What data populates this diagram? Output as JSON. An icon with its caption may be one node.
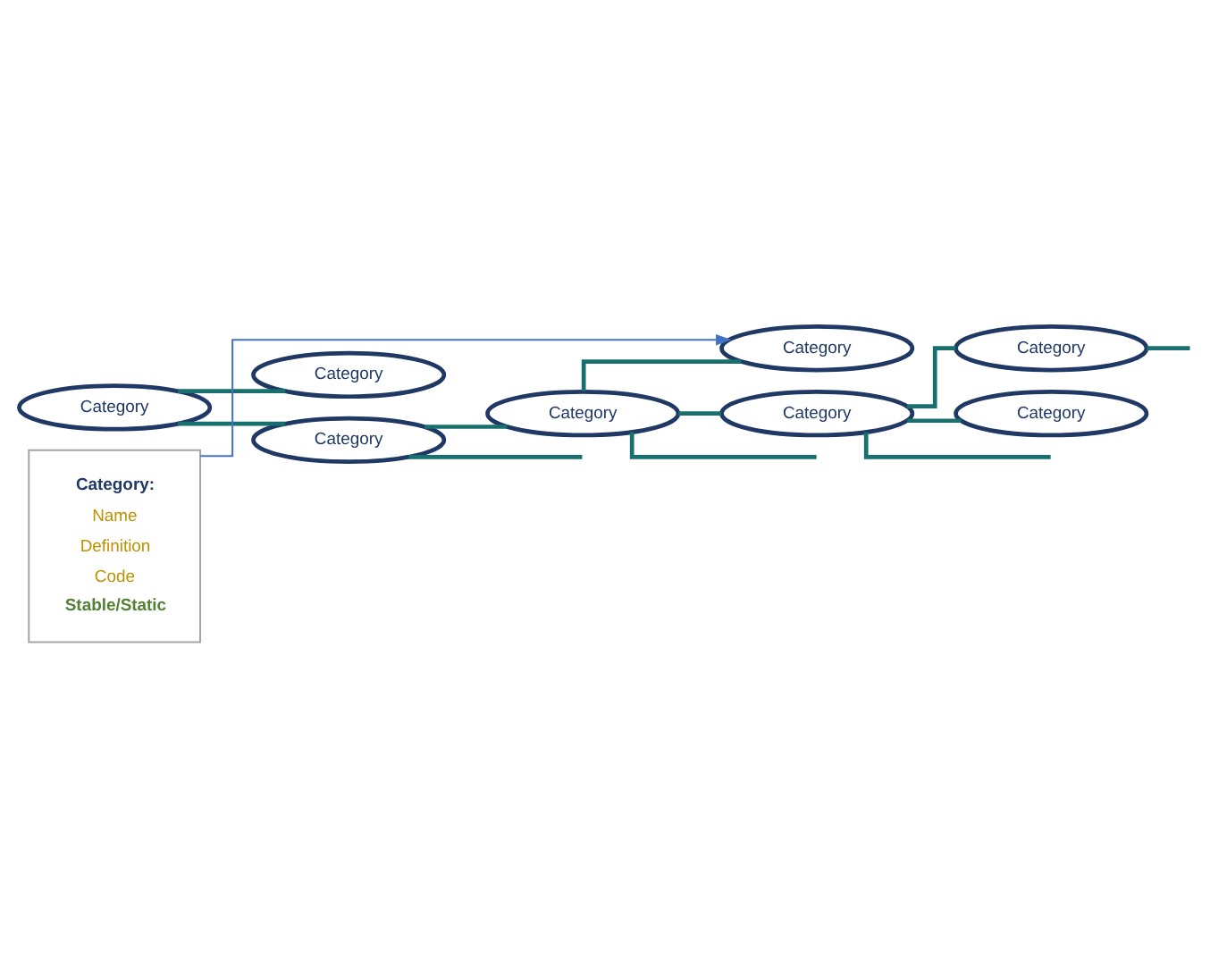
{
  "diagram": {
    "nodes": [
      {
        "text": [
          "Category"
        ]
      },
      {
        "text": [
          "Category"
        ]
      },
      {
        "text": [
          "Category"
        ]
      },
      {
        "text": [
          "Category"
        ]
      },
      {
        "text": [
          "Category"
        ]
      },
      {
        "text": [
          "Category"
        ]
      },
      {
        "text": [
          "Category"
        ]
      },
      {
        "text": [
          "Category"
        ]
      },
      {
        "text": [
          "Category:",
          "Name",
          "Definition",
          "Code",
          "Stable/Static"
        ]
      }
    ],
    "edges": [
      {
        "from": 0,
        "to": 1,
        "arrow": "none"
      },
      {
        "from": 0,
        "to": 2,
        "arrow": "none"
      },
      {
        "from": 2,
        "to": 3,
        "arrow": "none"
      },
      {
        "from": 3,
        "to": 4,
        "arrow": "none"
      },
      {
        "from": 3,
        "to": 5,
        "arrow": "none"
      },
      {
        "from": 5,
        "to": 6,
        "arrow": "none"
      },
      {
        "from": 5,
        "to": 7,
        "arrow": "none"
      },
      {
        "from": 2,
        "to": null,
        "arrow": "none"
      },
      {
        "from": 3,
        "to": null,
        "arrow": "none"
      },
      {
        "from": 5,
        "to": null,
        "arrow": "none"
      },
      {
        "from": 6,
        "to": null,
        "arrow": "none"
      },
      {
        "from": 8,
        "to": 4,
        "arrow": "to",
        "color": "#4472c4"
      }
    ]
  }
}
